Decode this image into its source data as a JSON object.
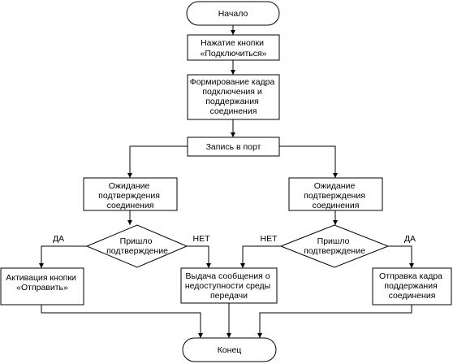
{
  "nodes": {
    "start": "Начало",
    "press_connect": [
      "Нажатие кнопки",
      "«Подключиться»"
    ],
    "build_frame": [
      "Формирование кадра",
      "подключения и",
      "поддержания",
      "соединения"
    ],
    "write_port": "Запись в порт",
    "wait_left": [
      "Ожидание",
      "подтверждения",
      "соединения"
    ],
    "wait_right": [
      "Ожидание",
      "подтверждения",
      "соединения"
    ],
    "decision_left": [
      "Пришло",
      "подтверждение"
    ],
    "decision_right": [
      "Пришло",
      "подтверждение"
    ],
    "activate_send": [
      "Активация кнопки",
      "«Отправить»"
    ],
    "unavailable_msg": [
      "Выдача сообщения  о",
      "недоступности среды",
      "передачи"
    ],
    "send_keepalive": [
      "Отправка кадра",
      "поддержания",
      "соединения"
    ],
    "end": "Конец"
  },
  "edge_labels": {
    "left_yes": "ДА",
    "left_no": "НЕТ",
    "right_no": "НЕТ",
    "right_yes": "ДА"
  }
}
